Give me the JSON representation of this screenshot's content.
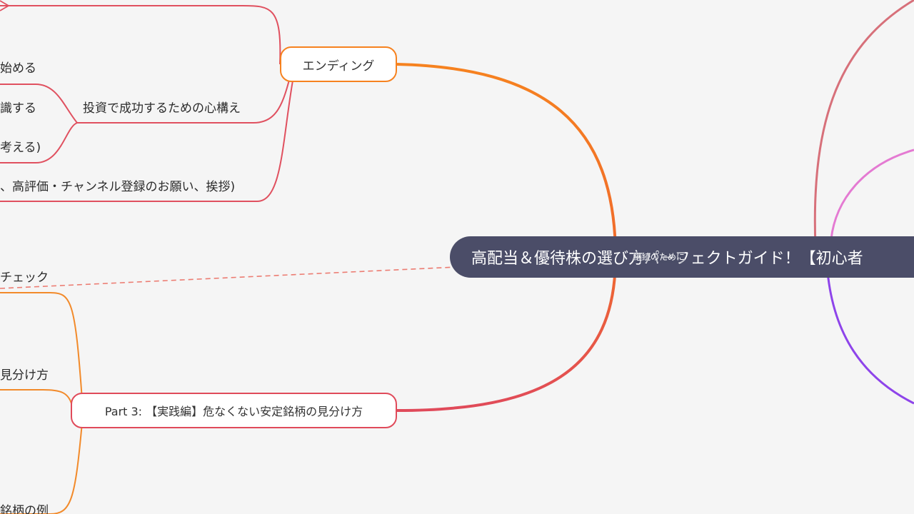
{
  "central_topic": {
    "text": "高配当＆優待株の選び方パーフェクトガイド！【初心者"
  },
  "relationship_label": "継続のために",
  "nodes": {
    "ending": {
      "text": "エンディング"
    },
    "mindset": {
      "text": "投資で成功するための心構え"
    },
    "part3": {
      "text": "Part 3: 【実践編】危なくない安定銘柄の見分け方"
    }
  },
  "leaves": {
    "start": "始める",
    "recognize": "識する",
    "think": "考える)",
    "closing": "、高評価・チャンネル登録のお願い、挨拶)",
    "check": "チェック",
    "distinguish": "見分け方",
    "example": "銘柄の例"
  },
  "colors": {
    "background": "#f5f5f5",
    "central_fill": "#4b4d68",
    "ending_branch": "#f6821f",
    "part3_branch": "#e04a5a",
    "mindset_branch": "#e0505f",
    "part3_children": "#f28a2a",
    "right_branch_1": "#d7707a",
    "right_branch_2": "#e47ad2",
    "right_branch_3": "#8e44ea",
    "relationship_line": "#ec7c72"
  }
}
